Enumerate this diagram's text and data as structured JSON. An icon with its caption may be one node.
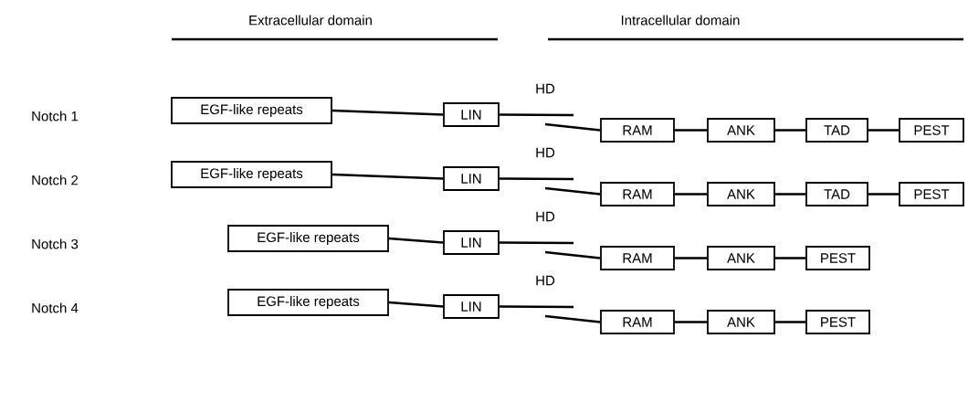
{
  "diagram": {
    "nodes": [
      {
        "text": [
          "EGF-like repeats"
        ]
      },
      {
        "text": [
          "LIN"
        ]
      },
      {
        "text": [
          "RAM"
        ]
      },
      {
        "text": [
          "ANK"
        ]
      },
      {
        "text": [
          "TAD"
        ]
      },
      {
        "text": [
          "PEST"
        ]
      },
      {
        "text": [
          "EGF-like repeats"
        ]
      },
      {
        "text": [
          "LIN"
        ]
      },
      {
        "text": [
          "RAM"
        ]
      },
      {
        "text": [
          "ANK"
        ]
      },
      {
        "text": [
          "TAD"
        ]
      },
      {
        "text": [
          "PEST"
        ]
      },
      {
        "text": [
          "EGF-like repeats"
        ]
      },
      {
        "text": [
          "LIN"
        ]
      },
      {
        "text": [
          "RAM"
        ]
      },
      {
        "text": [
          "ANK"
        ]
      },
      {
        "text": [
          "PEST"
        ]
      },
      {
        "text": [
          "EGF-like repeats"
        ]
      },
      {
        "text": [
          "LIN"
        ]
      },
      {
        "text": [
          "RAM"
        ]
      },
      {
        "text": [
          "ANK"
        ]
      },
      {
        "text": [
          "PEST"
        ]
      }
    ],
    "edges": [
      {
        "from": 0,
        "to": 1,
        "arrow": "none"
      },
      {
        "from": 1,
        "to": null,
        "arrow": "none"
      },
      {
        "from": null,
        "to": 2,
        "arrow": "none"
      },
      {
        "from": 2,
        "to": 3,
        "arrow": "none"
      },
      {
        "from": 3,
        "to": 4,
        "arrow": "none"
      },
      {
        "from": 4,
        "to": 5,
        "arrow": "none"
      },
      {
        "from": 6,
        "to": 7,
        "arrow": "none"
      },
      {
        "from": 7,
        "to": null,
        "arrow": "none"
      },
      {
        "from": null,
        "to": 8,
        "arrow": "none"
      },
      {
        "from": 8,
        "to": 9,
        "arrow": "none"
      },
      {
        "from": 9,
        "to": 10,
        "arrow": "none"
      },
      {
        "from": 10,
        "to": 11,
        "arrow": "none"
      },
      {
        "from": 12,
        "to": 13,
        "arrow": "none"
      },
      {
        "from": 13,
        "to": null,
        "arrow": "none"
      },
      {
        "from": null,
        "to": 14,
        "arrow": "none"
      },
      {
        "from": 14,
        "to": 15,
        "arrow": "none"
      },
      {
        "from": 15,
        "to": 16,
        "arrow": "none"
      },
      {
        "from": 17,
        "to": 18,
        "arrow": "none"
      },
      {
        "from": 18,
        "to": null,
        "arrow": "none"
      },
      {
        "from": null,
        "to": 19,
        "arrow": "none"
      },
      {
        "from": 19,
        "to": 20,
        "arrow": "none"
      },
      {
        "from": 20,
        "to": 21,
        "arrow": "none"
      }
    ],
    "labels": [
      "Extracellular domain",
      "Intracellular domain",
      "Notch 1",
      "HD",
      "Notch 2",
      "HD",
      "Notch 3",
      "HD",
      "Notch 4",
      "HD"
    ]
  }
}
